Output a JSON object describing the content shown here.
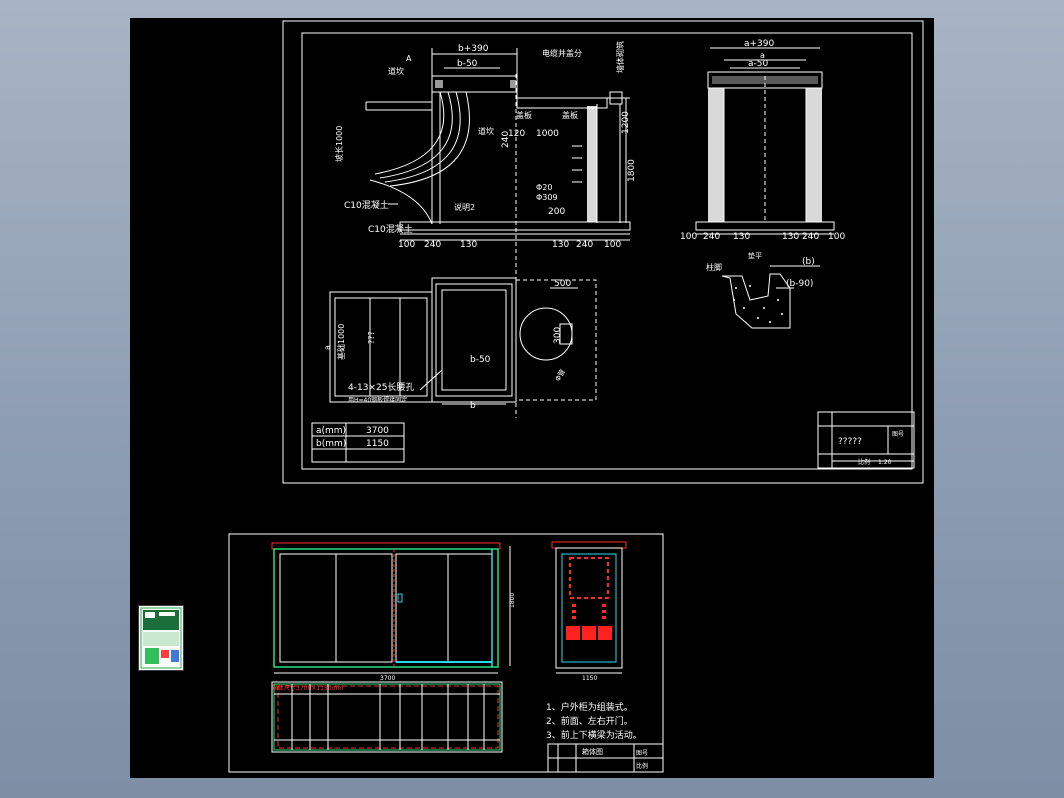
{
  "top": {
    "dim_b390": "b+390",
    "dim_b50": "b-50",
    "label_a": "A",
    "label_guankou": "道坎",
    "label_cable_box": "电缆井盖分",
    "label_wall": "墙体砌筑",
    "label_guankou2": "道坎",
    "label_zhaoban": "盖板",
    "label_jieban": "盖板",
    "dim_240": "240",
    "dim_1000": "1000",
    "dim_120": "120",
    "dim_1200": "1200",
    "dim_1800": "1800",
    "label_slope": "坡长1000",
    "label_phi20": "Φ20",
    "label_phi309": "Φ309",
    "dim_200": "200",
    "label_c10a": "C10混凝土",
    "label_c10b": "C10混凝土",
    "label_note2": "说明2",
    "dims_bottom_left": [
      "100",
      "240",
      "130"
    ],
    "dims_bottom_right": [
      "130",
      "240",
      "100"
    ],
    "front_dim_a390": "a+390",
    "front_dim_a": "a",
    "front_dim_a50": "a-50",
    "front_dims_bottom": [
      "100",
      "240",
      "130",
      "130",
      "240",
      "100"
    ],
    "detail_label_left": "柱脚",
    "detail_label_top": "(b)",
    "detail_label_top2": "垫平",
    "detail_label_right": "(b-90)",
    "plan_label_a": "a",
    "plan_label_width": "基础1000",
    "plan_label_q": "???",
    "plan_dim_500": "500",
    "plan_dim_300": "300",
    "plan_dim_b50": "b-50",
    "plan_dim_b": "b",
    "plan_hole_label": "4-13×25长腰孔",
    "plan_note": "用H=40钢板焊接固定",
    "plan_pipe": "Φ管",
    "table_rows": [
      {
        "key": "a(mm)",
        "val": "3700"
      },
      {
        "key": "b(mm)",
        "val": "1150"
      }
    ],
    "title_block": {
      "name": "?????",
      "c1": "图号",
      "c2": "比例",
      "c3": "1:20"
    }
  },
  "bottom": {
    "red_caption": "箱体尺寸3700×1150mm",
    "dim_width": "3700",
    "dim_side_width": "1150",
    "dim_height": "1800",
    "notes": [
      "1、户外柜为组装式。",
      "2、前面、左右开门。",
      "3、前上下横梁为活动。"
    ],
    "title_block": {
      "name": "箱体图",
      "c1": "图号",
      "c2": "比例"
    }
  }
}
